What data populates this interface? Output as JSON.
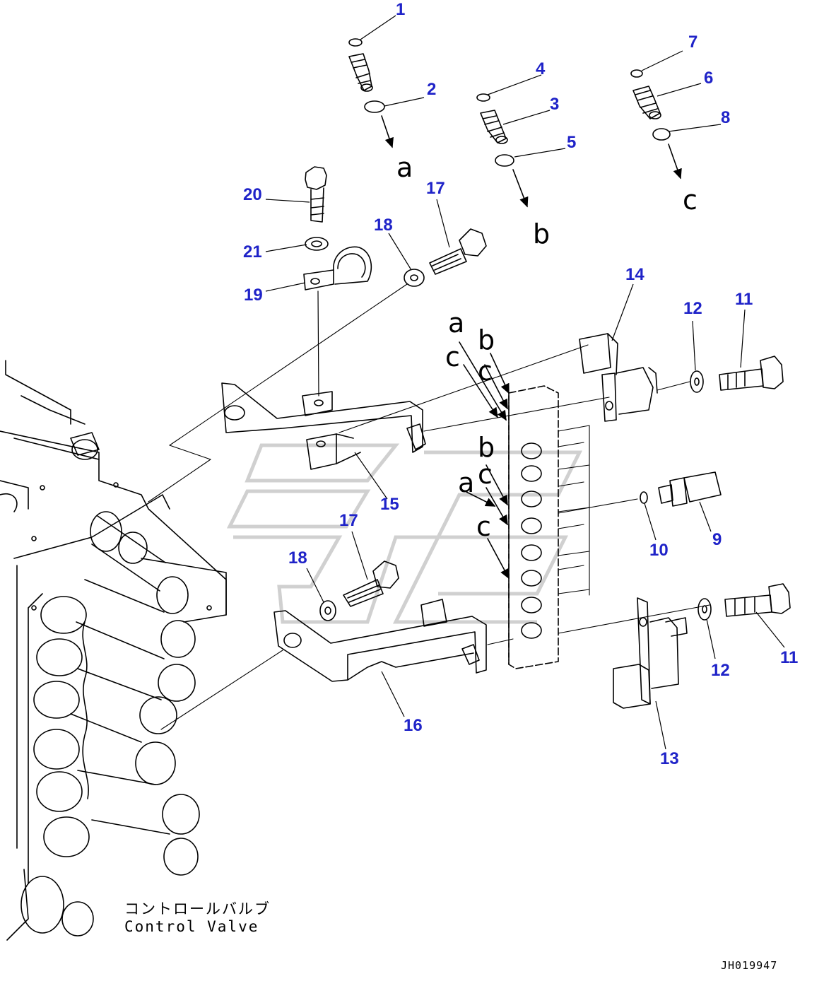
{
  "diagram": {
    "callouts": [
      "1",
      "2",
      "3",
      "4",
      "5",
      "6",
      "7",
      "8",
      "9",
      "10",
      "11",
      "11",
      "12",
      "12",
      "13",
      "14",
      "15",
      "16",
      "17",
      "17",
      "18",
      "18",
      "19",
      "20",
      "21"
    ],
    "letters": [
      "a",
      "b",
      "c",
      "a",
      "c",
      "b",
      "c",
      "b",
      "a",
      "c",
      "c"
    ],
    "caption_jp": "コントロールバルブ",
    "caption_en": "Control Valve",
    "drawing_code": "JH019947",
    "colors": {
      "callout": "#1f23c8",
      "line": "#000000",
      "watermark": "#d8d8d8"
    }
  }
}
